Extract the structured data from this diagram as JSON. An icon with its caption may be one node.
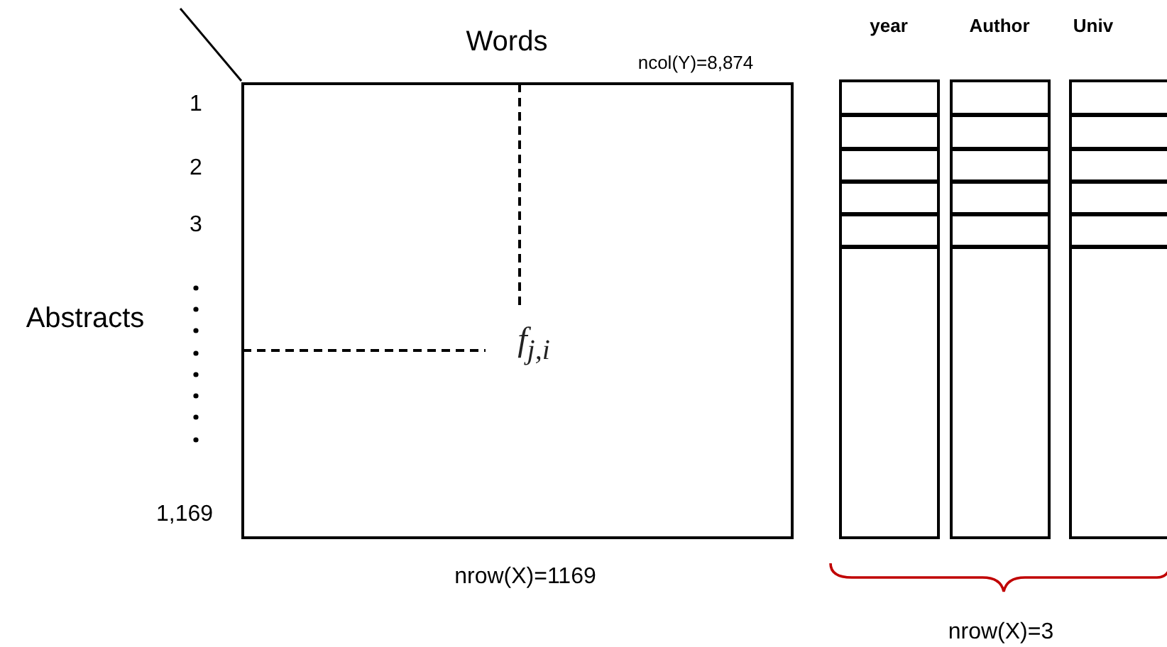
{
  "diagram": {
    "nodes": [
      {
        "text": [
          "Words"
        ]
      },
      {
        "text": [
          "f$_{j,i}$"
        ],
        "in": 0
      },
      {
        "text": [
          "year"
        ]
      },
      {
        "text": [
          "Author"
        ]
      },
      {
        "text": [
          "Univ"
        ]
      }
    ],
    "edges": [
      {
        "from": 0,
        "to": 1,
        "arrow": "none",
        "style": "dashed"
      },
      {
        "from": 0,
        "to": 1,
        "arrow": "none",
        "style": "dashed"
      }
    ],
    "labels": [
      "ncol(Y)=8,874",
      "1",
      "2",
      "3",
      "Abstracts",
      "1,169",
      "nrow(X)=1169",
      "nrow(X)=3"
    ]
  }
}
